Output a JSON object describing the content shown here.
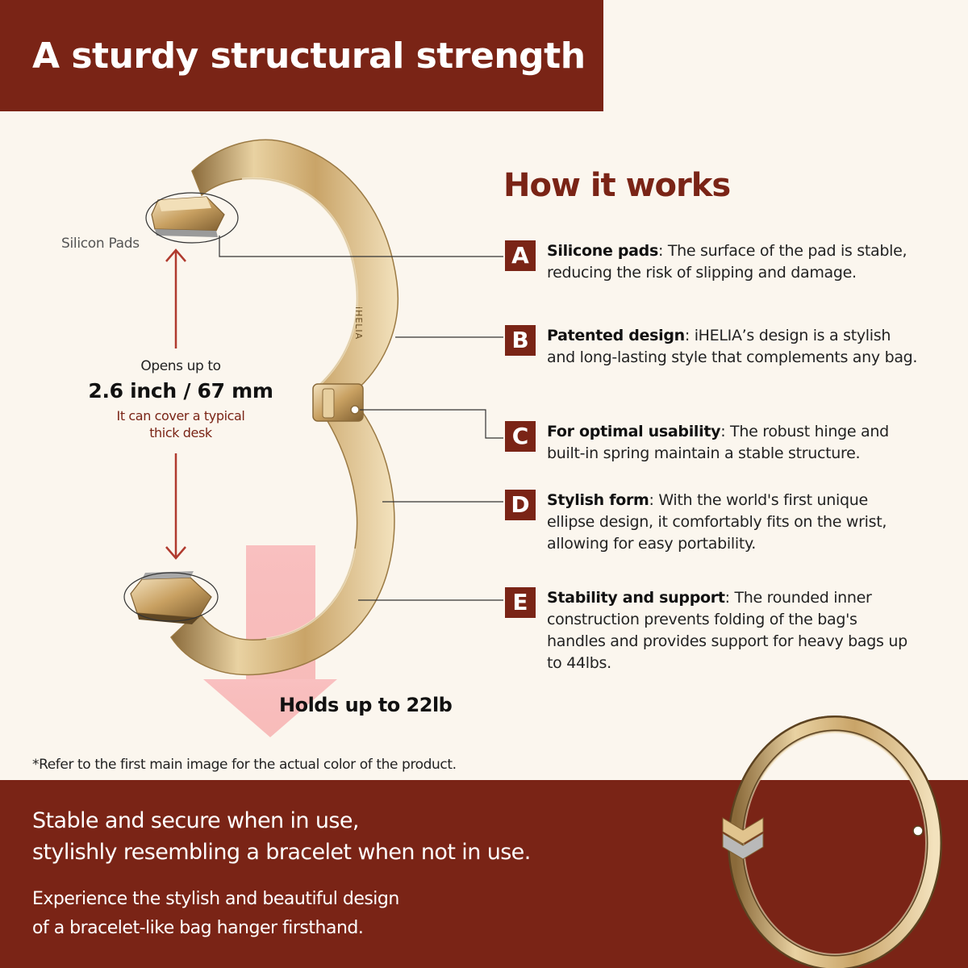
{
  "header": {
    "title": "A sturdy structural strength"
  },
  "how": {
    "title": "How it works"
  },
  "features": [
    {
      "letter": "A",
      "name": "Silicone pads",
      "text": ": The surface of the pad is stable, reducing the risk of slipping and damage."
    },
    {
      "letter": "B",
      "name": "Patented design",
      "text": ": iHELIA’s design is a stylish and long-lasting style that complements any bag."
    },
    {
      "letter": "C",
      "name": "For optimal usability",
      "text": ": The robust hinge and built-in spring maintain a stable structure."
    },
    {
      "letter": "D",
      "name": "Stylish form",
      "text": ": With the world's first unique ellipse design, it comfortably fits on the wrist, allowing for easy portability."
    },
    {
      "letter": "E",
      "name": "Stability and support",
      "text": ": The rounded inner construction prevents folding of the bag's handles and provides support for heavy bags up to 44lbs."
    }
  ],
  "product": {
    "silicon_label": "Silicon Pads",
    "opens_label": "Opens up to",
    "opens_value": "2.6 inch / 67 mm",
    "opens_note_1": "It can cover a typical",
    "opens_note_2": "thick desk",
    "holds": "Holds up to  22lb",
    "engraving": "iHELIA"
  },
  "footnote": "*Refer to the first main image for the actual color of the product.",
  "bottom": {
    "line1": "Stable and secure when in use,",
    "line2": "stylishly resembling a bracelet when not in use.",
    "sub1": "Experience the stylish and beautiful design",
    "sub2": "of a bracelet-like bag hanger firsthand."
  },
  "colors": {
    "brand": "#7a2416",
    "background": "#fbf6ee",
    "gold": "#d9b77a",
    "arrow": "#f7b3b3"
  }
}
